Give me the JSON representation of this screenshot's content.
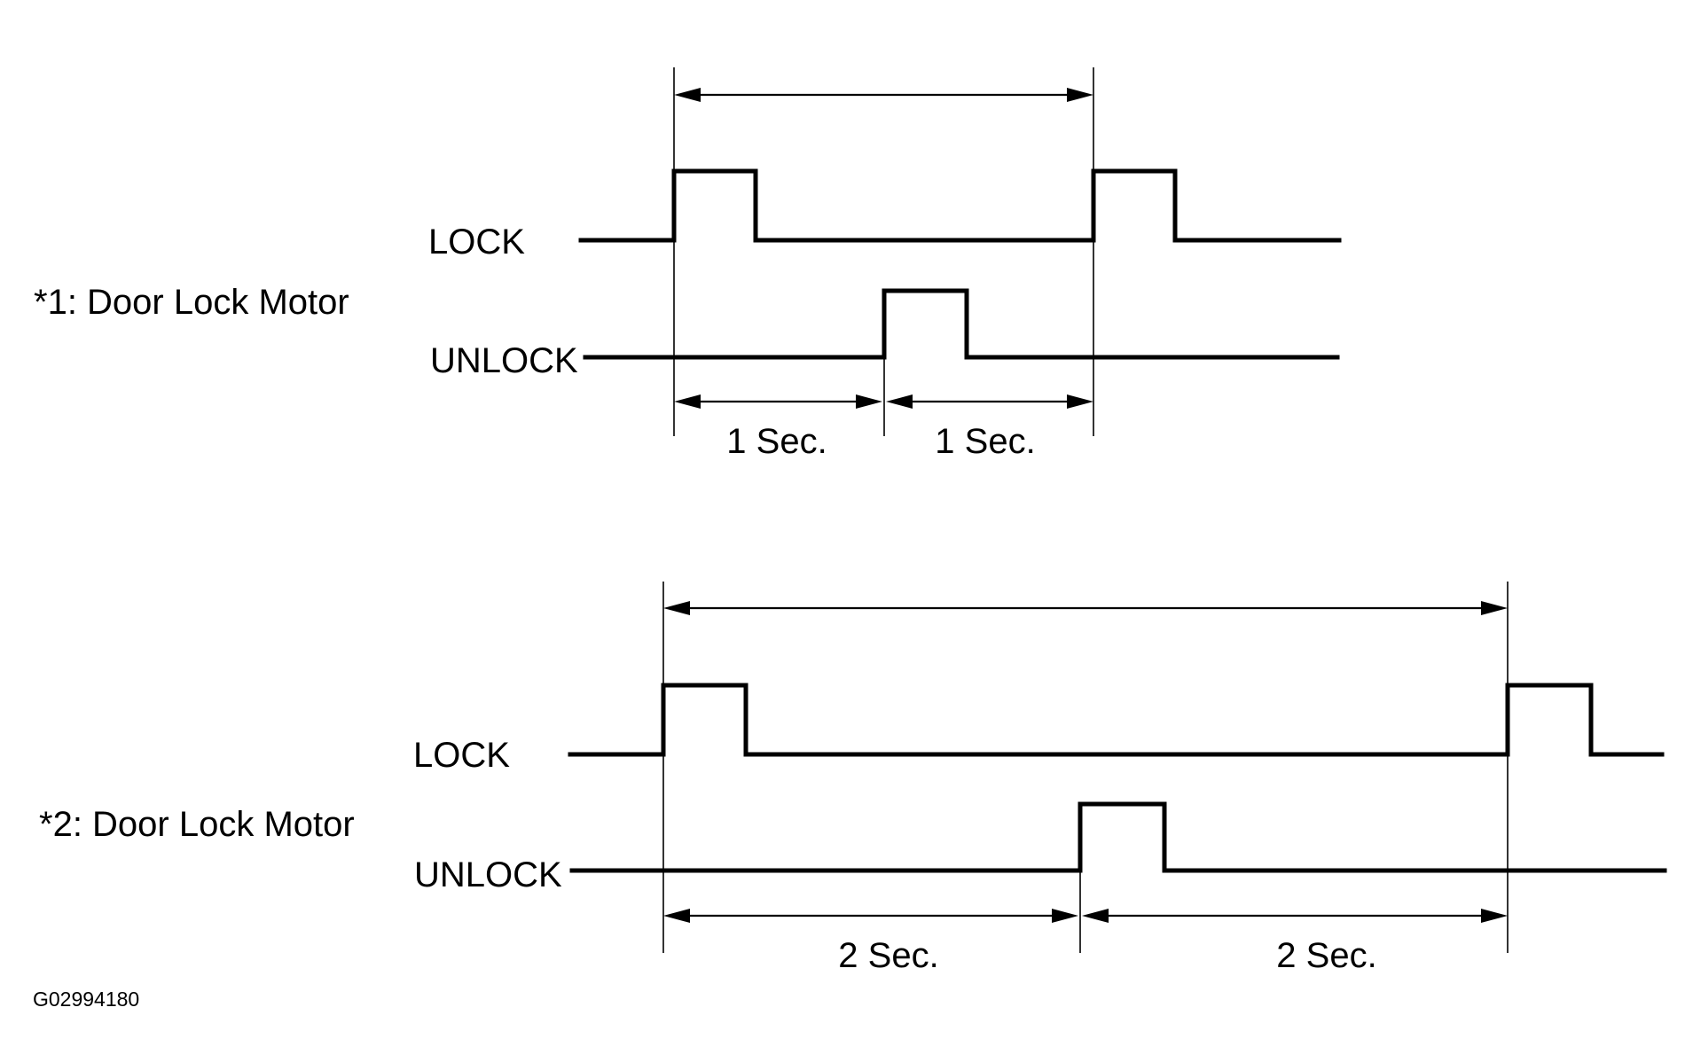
{
  "diagrams": [
    {
      "title": "*1:  Door Lock Motor",
      "lock_label": "LOCK",
      "unlock_label": "UNLOCK",
      "interval_1": "1 Sec.",
      "interval_2": "1 Sec."
    },
    {
      "title": "*2: Door Lock Motor",
      "lock_label": "LOCK",
      "unlock_label": "UNLOCK",
      "interval_1": "2 Sec.",
      "interval_2": "2 Sec."
    }
  ],
  "figure_code": "G02994180"
}
